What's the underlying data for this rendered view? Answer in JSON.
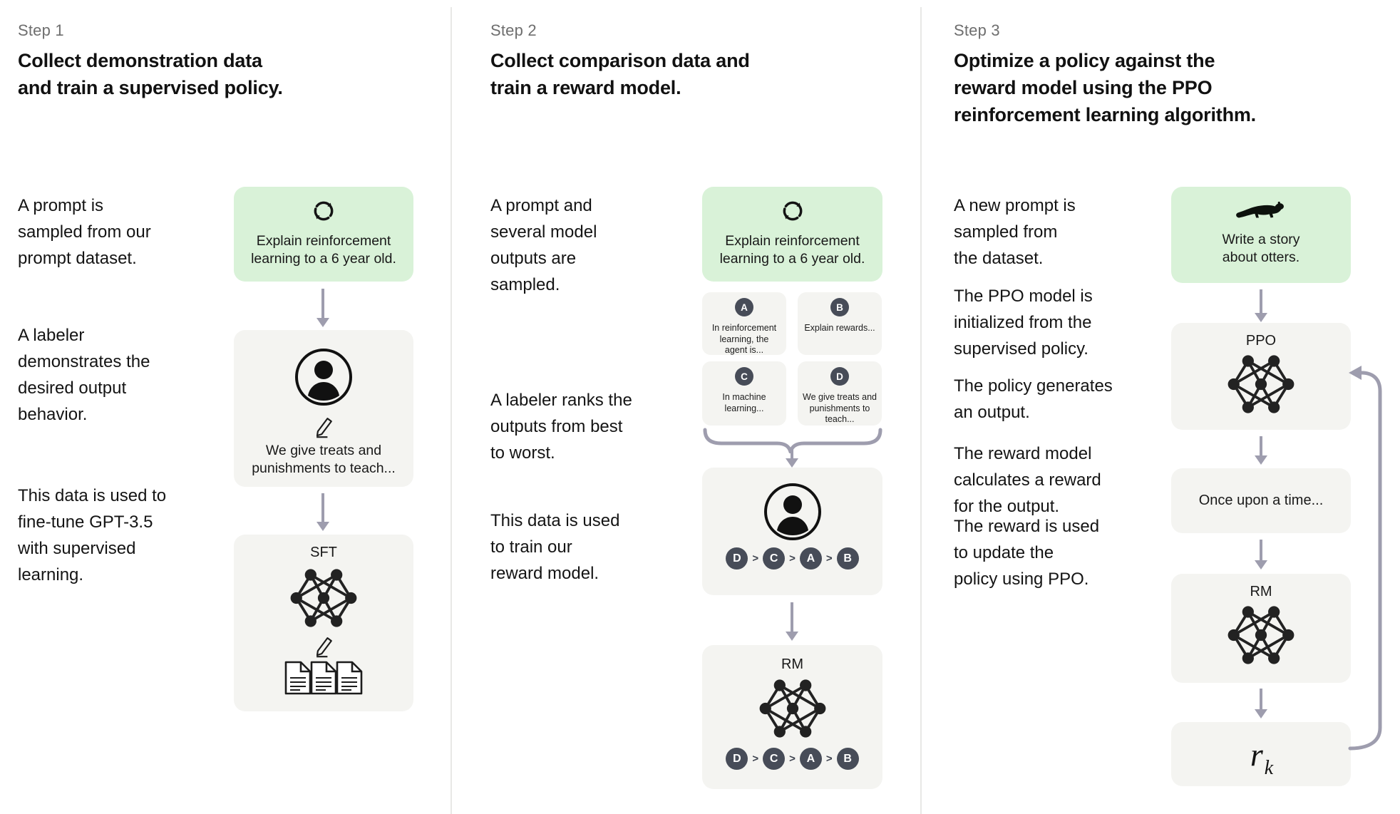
{
  "colors": {
    "accent_green": "#d9f2d8",
    "card_gray": "#f4f4f1",
    "badge_slate": "#474c58",
    "arrow_gray": "#9e9dae",
    "step_label_gray": "#6e6e6e",
    "text_black": "#191919"
  },
  "icons": {
    "prompt_sampling": "cycle-icon",
    "labeler": "person-icon",
    "write": "pencil-icon",
    "model": "neural-net-icon",
    "training_data": "documents-icon",
    "otter": "otter-icon"
  },
  "step1": {
    "label": "Step 1",
    "title": [
      "Collect demonstration data",
      "and train a supervised policy."
    ],
    "caption_prompt": [
      "A prompt is",
      "sampled from our",
      "prompt dataset."
    ],
    "caption_labeler": [
      "A labeler",
      "demonstrates the",
      "desired output",
      "behavior."
    ],
    "caption_data": [
      "This data is used to",
      "fine-tune GPT-3.5",
      "with supervised",
      "learning."
    ],
    "prompt_box": [
      "Explain reinforcement",
      "learning to a 6 year old."
    ],
    "demo_box": [
      "We give treats and",
      "punishments to teach..."
    ],
    "model_label": "SFT"
  },
  "step2": {
    "label": "Step 2",
    "title": [
      "Collect comparison data and",
      "train a reward model."
    ],
    "caption_prompt": [
      "A prompt and",
      "several model",
      "outputs are",
      "sampled."
    ],
    "caption_rank": [
      "A labeler ranks the",
      "outputs from best",
      "to worst."
    ],
    "caption_train": [
      "This data is used",
      "to train our",
      "reward model."
    ],
    "prompt_box": [
      "Explain reinforcement",
      "learning to a 6 year old."
    ],
    "outputs": [
      {
        "badge": "A",
        "lines": [
          "In reinforcement",
          "learning, the",
          "agent is..."
        ]
      },
      {
        "badge": "B",
        "lines": [
          "Explain rewards..."
        ]
      },
      {
        "badge": "C",
        "lines": [
          "In machine",
          "learning..."
        ]
      },
      {
        "badge": "D",
        "lines": [
          "We give treats and",
          "punishments to",
          "teach..."
        ]
      }
    ],
    "ranking": {
      "items": [
        "D",
        "C",
        "A",
        "B"
      ],
      "sep": ">"
    },
    "model_label": "RM"
  },
  "step3": {
    "label": "Step 3",
    "title": [
      "Optimize a policy against the",
      "reward model using the PPO",
      "reinforcement learning algorithm."
    ],
    "caption_prompt": [
      "A new prompt is",
      "sampled from",
      "the dataset."
    ],
    "caption_init": [
      "The PPO model is",
      "initialized from the",
      "supervised policy."
    ],
    "caption_output": [
      "The policy generates",
      "an output."
    ],
    "caption_reward": [
      "The reward model",
      "calculates a reward",
      "for the output."
    ],
    "caption_update": [
      "The reward is used",
      "to update the",
      "policy using PPO."
    ],
    "prompt_box": [
      "Write a story",
      "about otters."
    ],
    "ppo_label": "PPO",
    "output_box": "Once upon a time...",
    "rm_label": "RM",
    "reward_main": "r",
    "reward_sub": "k"
  }
}
